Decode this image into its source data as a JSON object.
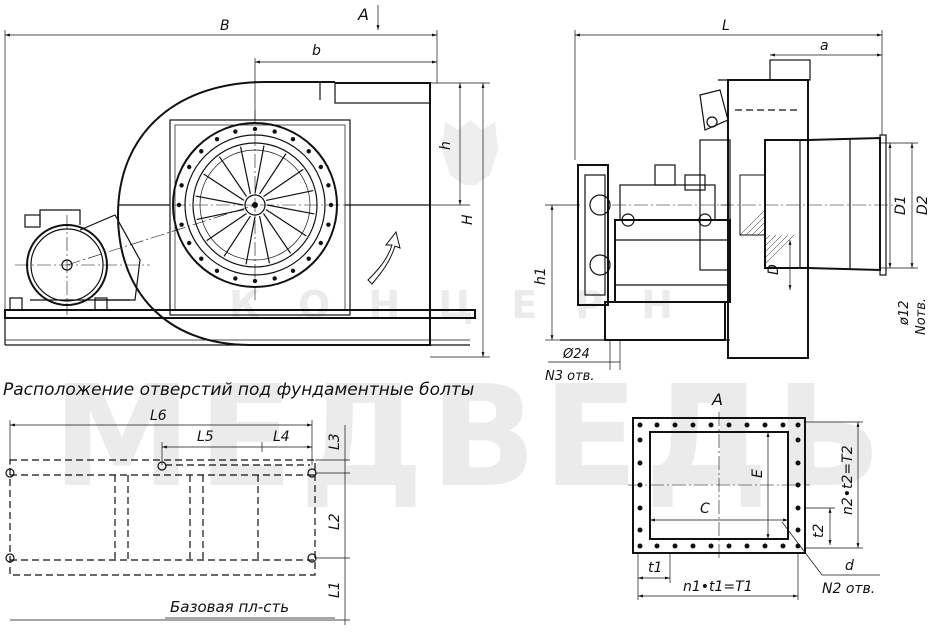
{
  "watermark": {
    "line1": "КОНЦЕРН",
    "line2": "МЕДВЕДЬ"
  },
  "front_view": {
    "dim_B": "B",
    "dim_b": "b",
    "dim_h": "h",
    "dim_H": "H",
    "section_marker": "A"
  },
  "side_view": {
    "dim_L": "L",
    "dim_a": "a",
    "dim_D": "D",
    "dim_D1": "D1",
    "dim_D2": "D2",
    "dim_h1": "h1",
    "hole_dia": "Ø24",
    "hole_count": "N3 отв.",
    "flange_hole_dia": "ø12",
    "flange_hole_count": "Nотв."
  },
  "foundation": {
    "caption": "Расположение отверстий под фундаментные болты",
    "dim_L6": "L6",
    "dim_L5": "L5",
    "dim_L4": "L4",
    "dim_L3": "L3",
    "dim_L2": "L2",
    "dim_L1": "L1",
    "base_label": "Базовая пл-сть"
  },
  "view_A": {
    "title": "A",
    "dim_C": "C",
    "dim_E": "E",
    "dim_t1": "t1",
    "dim_t2": "t2",
    "dim_n1": "n1•t1=T1",
    "dim_n2": "n2•t2=T2",
    "dim_d": "d",
    "hole_count": "N2 отв."
  }
}
